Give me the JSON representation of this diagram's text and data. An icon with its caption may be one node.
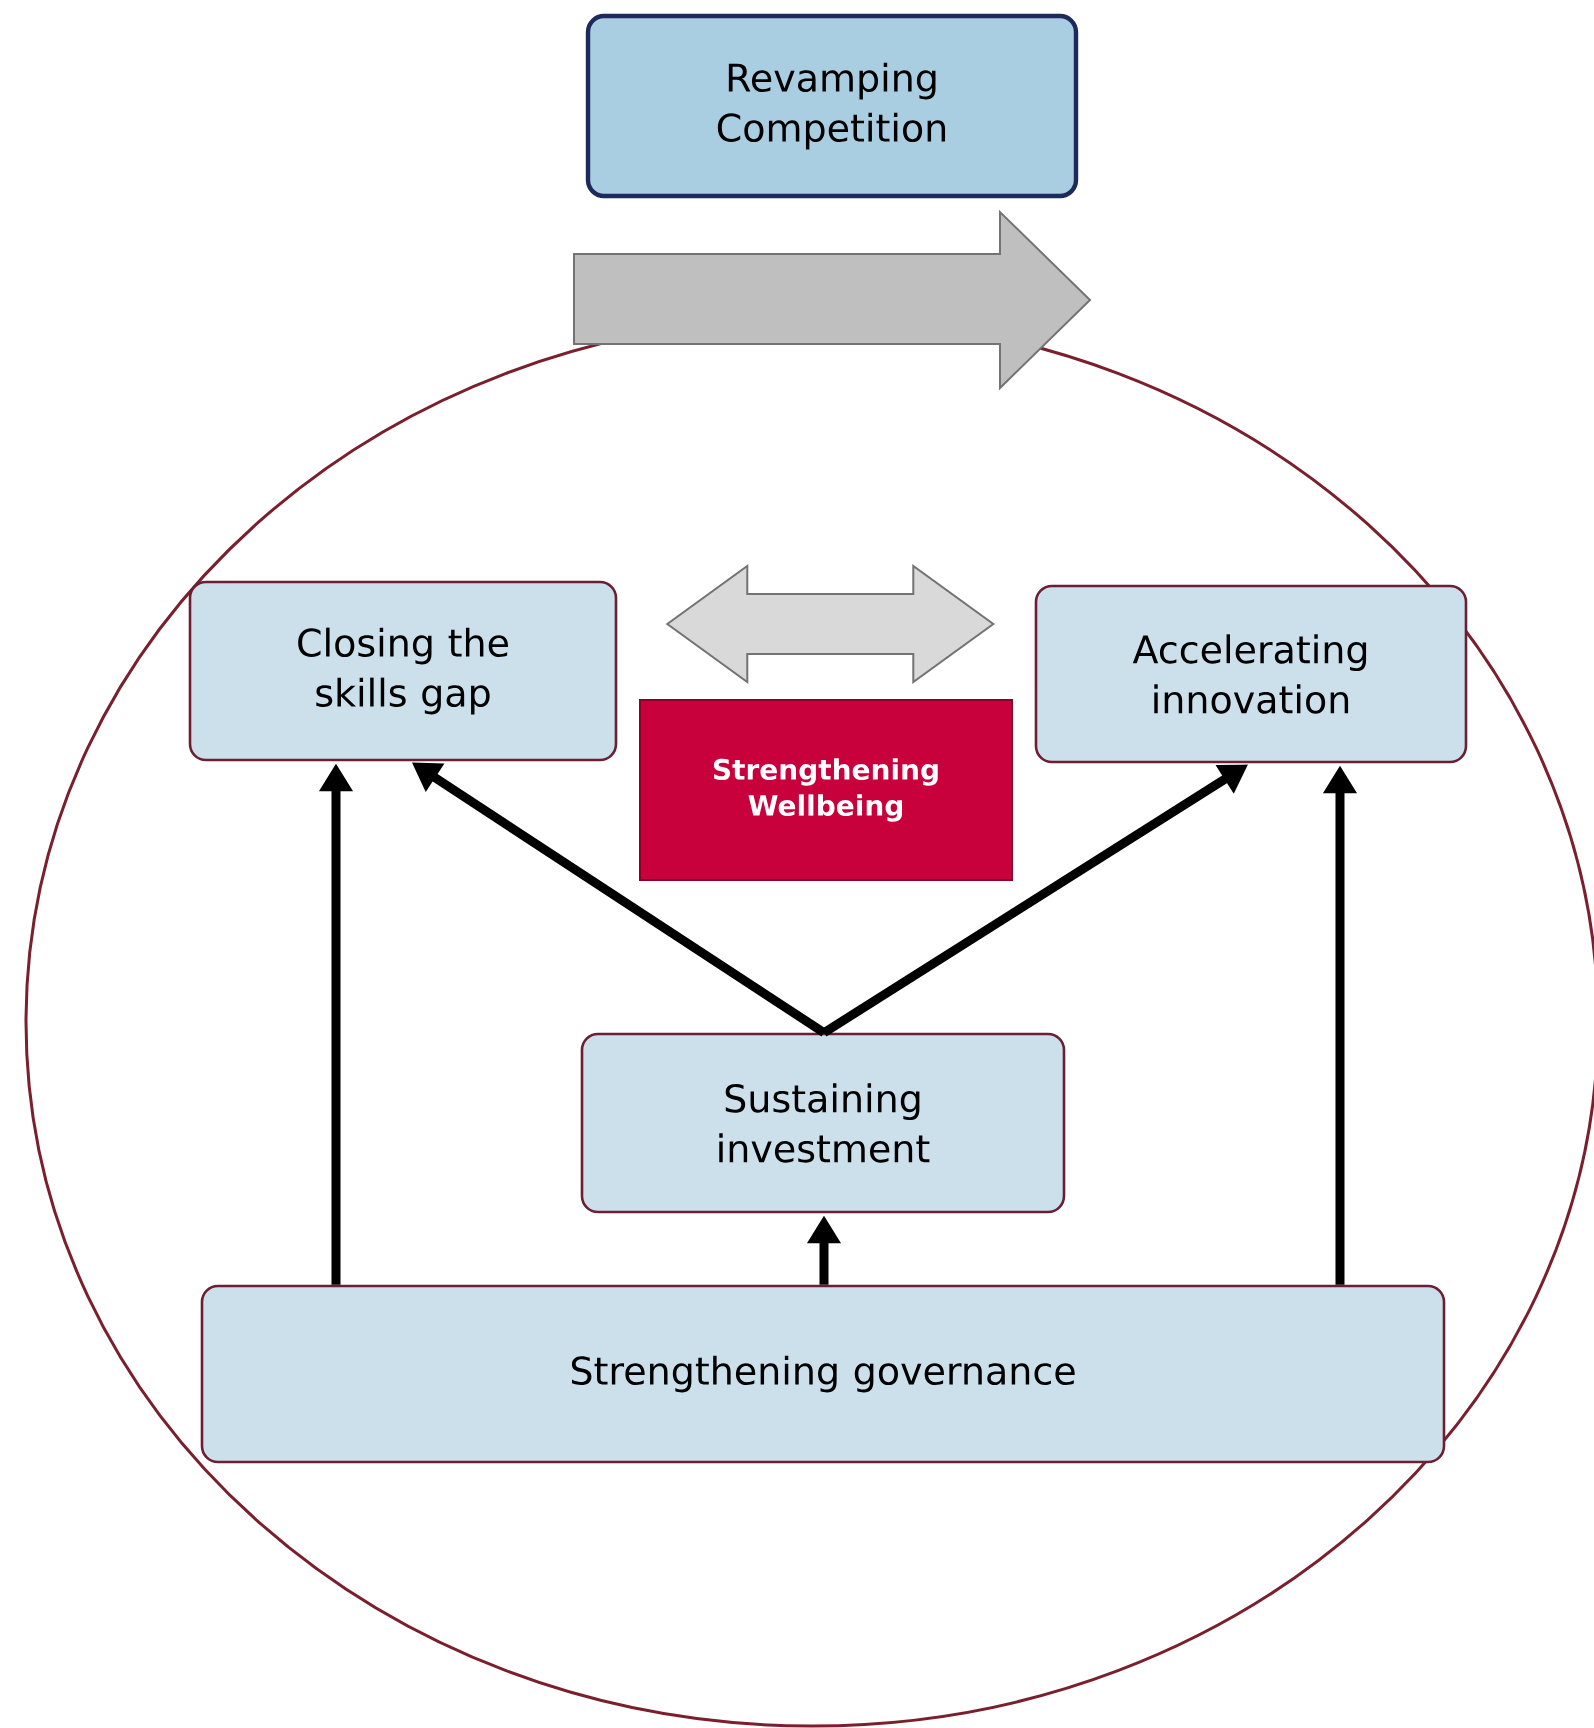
{
  "diagram": {
    "nodes": [
      {
        "text": [
          "Revamping Competition"
        ]
      },
      {
        "text": [
          "Closing the skills gap"
        ]
      },
      {
        "text": [
          "Accelerating innovation"
        ]
      },
      {
        "text": [
          "Strengthening Wellbeing"
        ]
      },
      {
        "text": [
          "Sustaining investment"
        ]
      },
      {
        "text": [
          "Strengthening governance"
        ]
      }
    ],
    "edges": [
      {
        "from": 1,
        "to": 2,
        "arrow": "both",
        "style": "thick",
        "color": "#d9d9d9"
      },
      {
        "from": 5,
        "to": 1,
        "arrow": "to"
      },
      {
        "from": 5,
        "to": 4,
        "arrow": "to"
      },
      {
        "from": 5,
        "to": 2,
        "arrow": "to"
      },
      {
        "from": 4,
        "to": 1,
        "arrow": "to"
      },
      {
        "from": 4,
        "to": 2,
        "arrow": "to"
      }
    ]
  }
}
